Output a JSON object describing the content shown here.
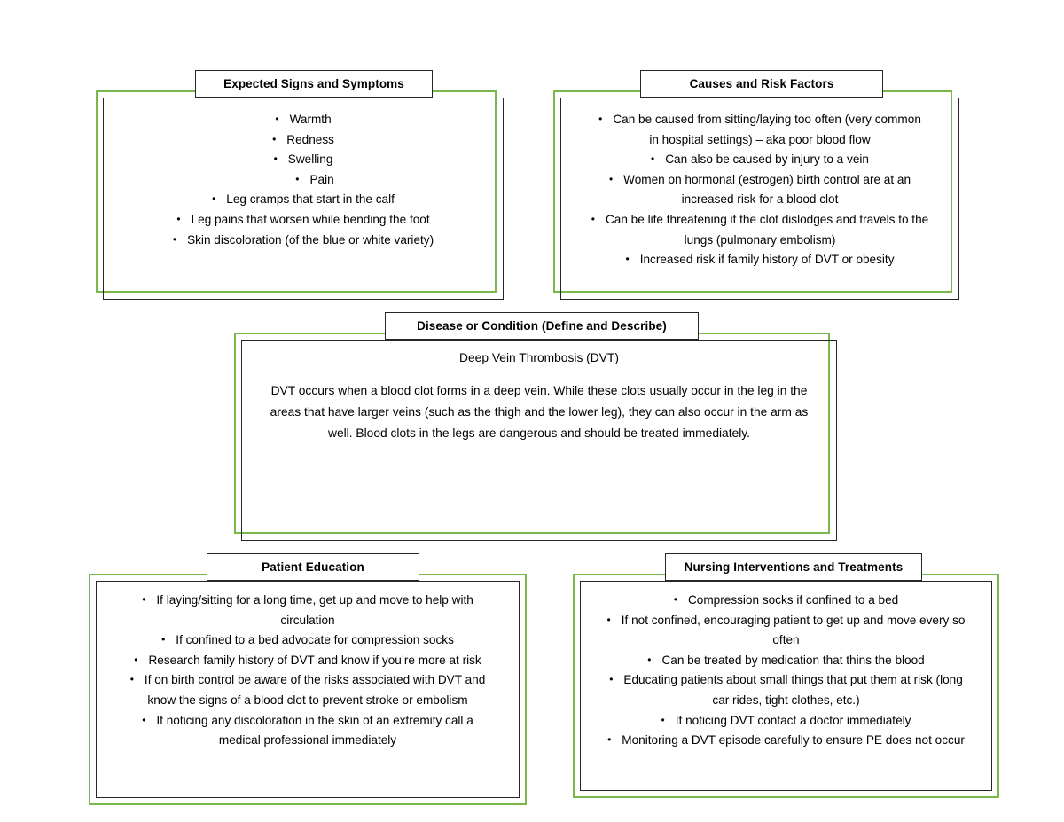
{
  "theme": {
    "accent_green": "#7ab84b",
    "border_black": "#262626",
    "background": "#ffffff",
    "text": "#000000"
  },
  "boxes": {
    "expected_signs": {
      "title": "Expected Signs and Symptoms",
      "bullet_glyph": "•",
      "items": [
        "Warmth",
        "Redness",
        "Swelling",
        "Pain",
        "Leg cramps that start in the calf",
        "Leg pains that worsen while bending the foot",
        "Skin discoloration (of the blue or white variety)"
      ]
    },
    "causes_risk": {
      "title": "Causes and Risk Factors",
      "bullet_glyph": "•",
      "items": [
        "Can be caused from sitting/laying too often (very common in hospital settings) – aka poor blood flow",
        "Can also be caused by injury to a vein",
        "Women on hormonal (estrogen) birth control are at an increased risk for a blood clot",
        "Can be life threatening if the clot dislodges and travels to the lungs (pulmonary embolism)",
        "Increased risk if family history of DVT or obesity"
      ]
    },
    "disease_condition": {
      "title": "Disease or Condition (Define and Describe)",
      "heading": "Deep Vein Thrombosis (DVT)",
      "body": "DVT occurs when a blood clot forms in a deep vein. While these clots usually occur in the leg in the areas that have larger veins (such as the thigh and the lower leg), they can also occur in the arm as well. Blood clots in the legs are dangerous and should be treated immediately."
    },
    "patient_education": {
      "title": "Patient Education",
      "bullet_glyph": "•",
      "items": [
        "If laying/sitting for a long time, get up and move to help with circulation",
        "If confined to a bed advocate for compression socks",
        "Research family history of DVT and know if you’re more at risk",
        "If on birth control be aware of the risks associated with DVT and know the signs of a blood clot to prevent stroke or embolism",
        "If noticing any discoloration in the skin of an extremity call a medical professional immediately"
      ]
    },
    "nursing_interventions": {
      "title": "Nursing Interventions and Treatments",
      "bullet_glyph": "•",
      "items": [
        "Compression socks if confined to a bed",
        "If not confined, encouraging patient to get up and move every so often",
        "Can be treated by medication that thins the blood",
        "Educating patients about small things that put them at risk (long car rides, tight clothes, etc.)",
        "If noticing DVT contact a doctor immediately",
        "Monitoring a DVT episode carefully to ensure PE does not occur"
      ]
    }
  }
}
